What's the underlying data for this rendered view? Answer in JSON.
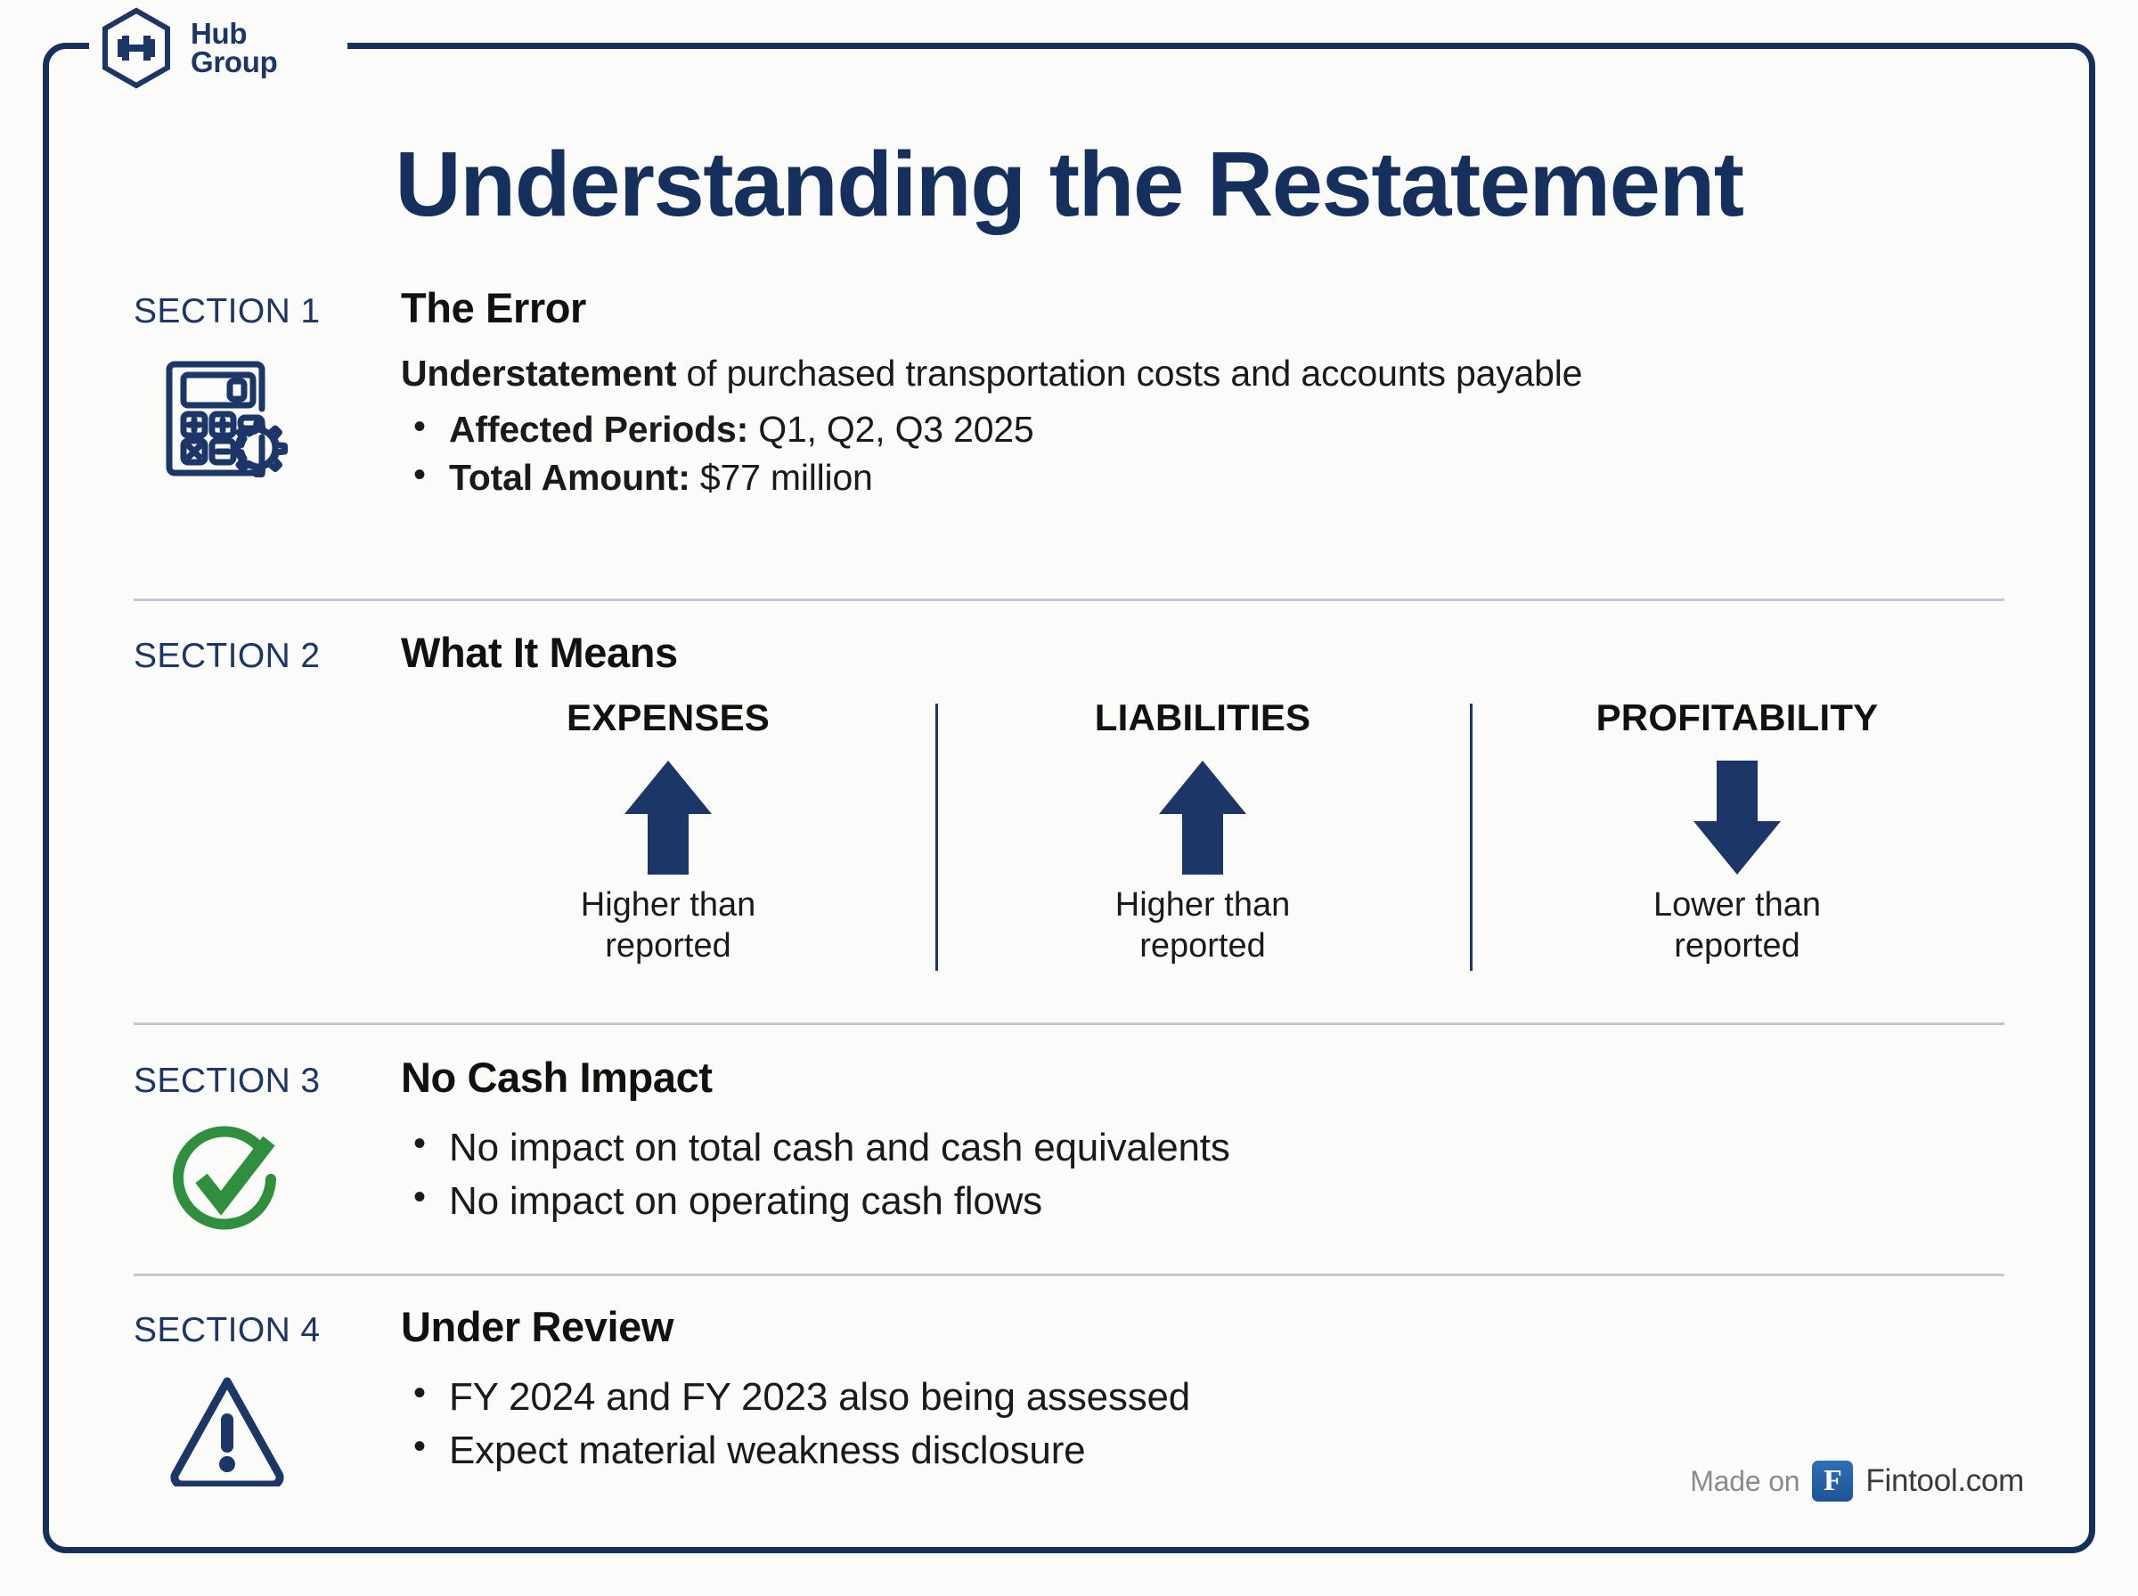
{
  "brand": {
    "logo_line1": "Hub",
    "logo_line2": "Group",
    "logo_mark": "hexagon-h-logo",
    "navy": "#16305e",
    "green": "#2f8f3e"
  },
  "title": "Understanding the Restatement",
  "sections": [
    {
      "kicker": "SECTION 1",
      "title": "The Error",
      "icon": "calculator-gear-icon",
      "lead_bold": "Understatement",
      "lead_rest": " of purchased transportation costs and accounts payable",
      "bullets": [
        {
          "label": "Affected Periods:",
          "value": " Q1, Q2, Q3 2025"
        },
        {
          "label": "Total Amount:",
          "value": " $77 million"
        }
      ]
    },
    {
      "kicker": "SECTION 2",
      "title": "What It Means",
      "columns": [
        {
          "name": "EXPENSES",
          "direction": "up",
          "caption_line1": "Higher than",
          "caption_line2": "reported"
        },
        {
          "name": "LIABILITIES",
          "direction": "up",
          "caption_line1": "Higher than",
          "caption_line2": "reported"
        },
        {
          "name": "PROFITABILITY",
          "direction": "down",
          "caption_line1": "Lower than",
          "caption_line2": "reported"
        }
      ]
    },
    {
      "kicker": "SECTION 3",
      "title": "No Cash Impact",
      "icon": "green-check-circle-icon",
      "bullets": [
        "No impact on total cash and cash equivalents",
        "No impact on operating cash flows"
      ]
    },
    {
      "kicker": "SECTION 4",
      "title": "Under Review",
      "icon": "warning-triangle-icon",
      "bullets": [
        "FY 2024 and FY 2023 also being assessed",
        "Expect material weakness disclosure"
      ]
    }
  ],
  "footer": {
    "made_on": "Made on",
    "badge_letter": "F",
    "site": "Fintool.com"
  }
}
